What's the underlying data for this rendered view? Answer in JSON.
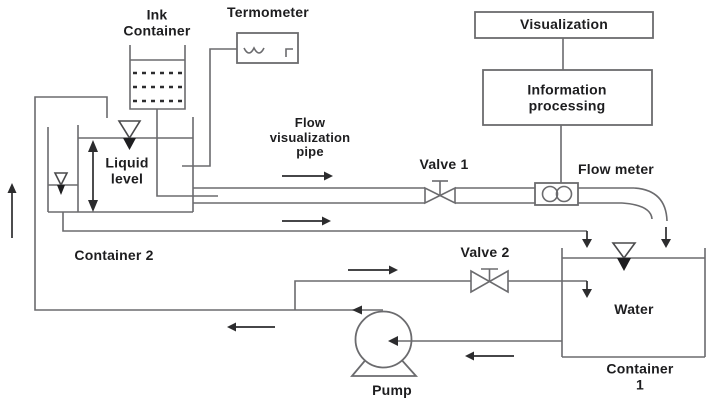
{
  "diagram": {
    "title_hint": "Flow visualization experimental setup schematic",
    "labels": {
      "ink_container": "Ink\nContainer",
      "thermometer": "Termometer",
      "visualization": "Visualization",
      "information_processing": "Information\nprocessing",
      "flow_visualization_pipe": "Flow\nvisualization\npipe",
      "valve1": "Valve 1",
      "flow_meter": "Flow meter",
      "liquid_level": "Liquid\nlevel",
      "container2": "Container 2",
      "valve2": "Valve 2",
      "water": "Water",
      "container1": "Container 1",
      "pump": "Pump"
    },
    "colors": {
      "background": "#ffffff",
      "pipe_line": "#6b6b6e",
      "flow_arrow": "#2c2c2e",
      "text": "#1d1d1f"
    }
  }
}
